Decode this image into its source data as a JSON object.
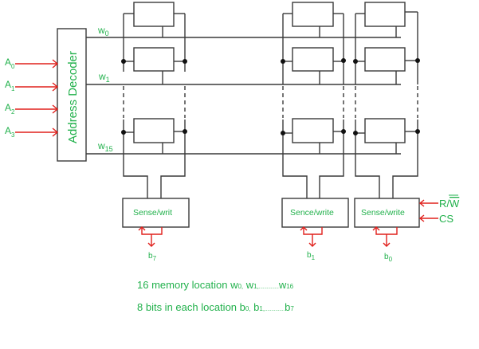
{
  "decoder": {
    "label": "Address Decoder"
  },
  "address_inputs": [
    {
      "base": "A",
      "sub": "0"
    },
    {
      "base": "A",
      "sub": "1"
    },
    {
      "base": "A",
      "sub": "2"
    },
    {
      "base": "A",
      "sub": "3"
    }
  ],
  "word_lines": [
    {
      "base": "w",
      "sub": "0"
    },
    {
      "base": "w",
      "sub": "1"
    },
    {
      "base": "w",
      "sub": "15"
    }
  ],
  "sense_units": [
    {
      "label": "Sense/writ",
      "bit": {
        "base": "b",
        "sub": "7"
      }
    },
    {
      "label": "Sence/write",
      "bit": {
        "base": "b",
        "sub": "1"
      }
    },
    {
      "label": "Sense/write",
      "bit": {
        "base": "b",
        "sub": "0"
      }
    }
  ],
  "control_inputs": [
    {
      "label": "R/",
      "overbar": "W"
    },
    {
      "label": "CS",
      "overbar": ""
    }
  ],
  "captions": {
    "line1": {
      "text": "16 memory location ",
      "w0": "w",
      "w0sub": "0,",
      "w1": " w",
      "w1sub": "1,",
      "dots": "...............",
      "wn": "w",
      "wnsub": "16"
    },
    "line2": {
      "text": "8 bits in each location ",
      "b0": "b",
      "b0sub": "0,",
      "b1": " b",
      "b1sub": "1,",
      "dots": "...............",
      "bn": "b",
      "bnsub": "7"
    }
  },
  "colors": {
    "text": "#22b14c",
    "arrows": "#e0201c",
    "lines": "#3a3a3a"
  }
}
